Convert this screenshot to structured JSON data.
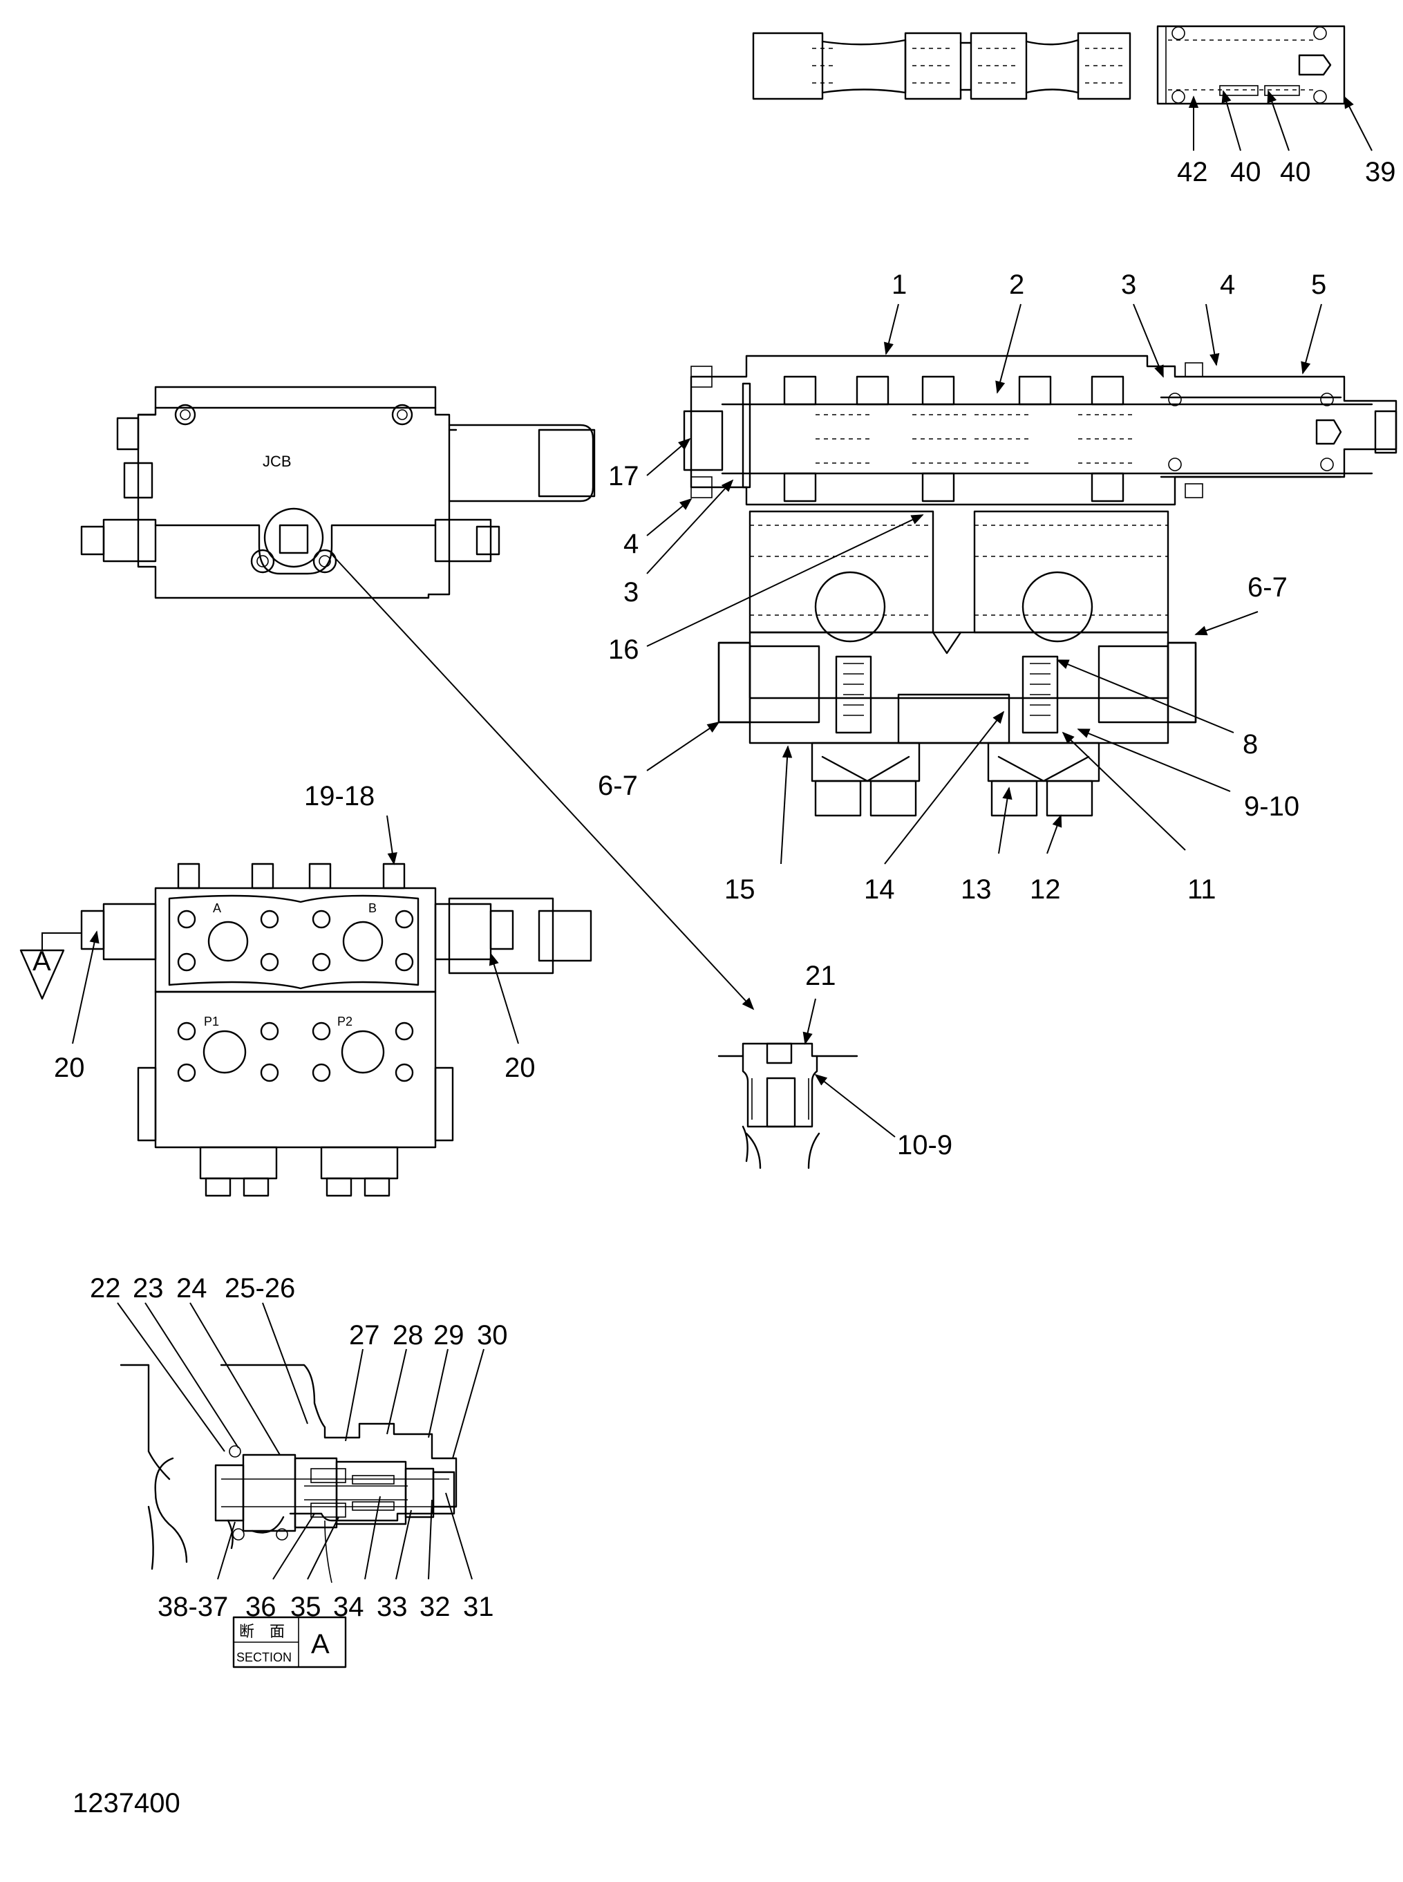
{
  "drawing_number": "1237400",
  "section_box": {
    "kanji": "断　面",
    "word": "SECTION",
    "letter": "A"
  },
  "view_marker": "A",
  "port_labels": {
    "a": "A",
    "b": "B",
    "p1": "P1",
    "p2": "P2"
  },
  "callouts": {
    "c42": "42",
    "c40a": "40",
    "c40b": "40",
    "c39": "39",
    "c1": "1",
    "c2": "2",
    "c3a": "3",
    "c4a": "4",
    "c5": "5",
    "c17": "17",
    "c4b": "4",
    "c3b": "3",
    "c16": "16",
    "c67a": "6-7",
    "c67b": "6-7",
    "c8": "8",
    "c910": "9-10",
    "c15": "15",
    "c14": "14",
    "c13": "13",
    "c12": "12",
    "c11": "11",
    "c1918": "19-18",
    "c20a": "20",
    "c20b": "20",
    "c21": "21",
    "c109": "10-9",
    "c22": "22",
    "c23": "23",
    "c24": "24",
    "c2526": "25-26",
    "c27": "27",
    "c28": "28",
    "c29": "29",
    "c30": "30",
    "c3837": "38-37",
    "c36": "36",
    "c35": "35",
    "c34": "34",
    "c33": "33",
    "c32": "32",
    "c31": "31"
  }
}
